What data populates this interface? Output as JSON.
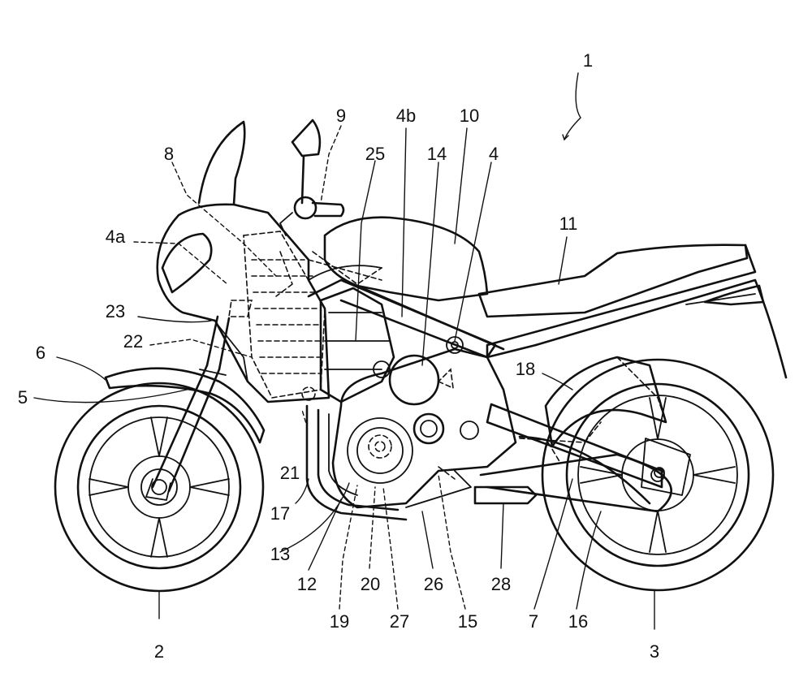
{
  "figure": {
    "reference_numerals": {
      "n1": "1",
      "n2": "2",
      "n3": "3",
      "n4": "4",
      "n4a": "4a",
      "n4b": "4b",
      "n5": "5",
      "n6": "6",
      "n7": "7",
      "n8": "8",
      "n9": "9",
      "n10": "10",
      "n11": "11",
      "n12": "12",
      "n13": "13",
      "n14": "14",
      "n15": "15",
      "n16": "16",
      "n17": "17",
      "n18": "18",
      "n19": "19",
      "n20": "20",
      "n21": "21",
      "n22": "22",
      "n23": "23",
      "n25": "25",
      "n26": "26",
      "n27": "27",
      "n28": "28"
    }
  }
}
